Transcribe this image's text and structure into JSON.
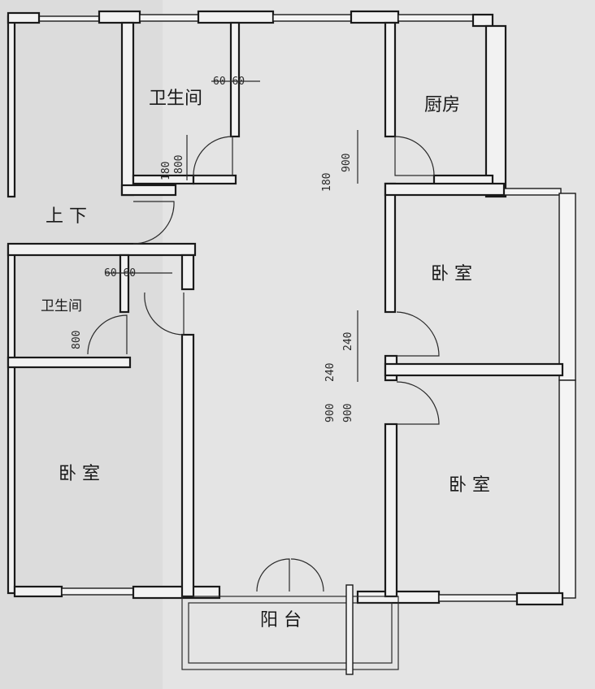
{
  "rooms": {
    "bathroom_main": "卫生间",
    "kitchen": "厨房",
    "stairs": "上 下",
    "bathroom_small": "卫生间",
    "bedroom_ne": "卧 室",
    "bedroom_sw": "卧 室",
    "bedroom_se": "卧 室",
    "balcony": "阳 台"
  },
  "dimensions": {
    "bath_wall_top": "60 60",
    "bath_door_a": "180",
    "bath_door_b": "800",
    "kitchen_door_a": "180",
    "kitchen_door_b": "900",
    "small_bath_wall": "60 60",
    "small_bath_door": "800",
    "bedroom_door_a": "240",
    "bedroom_door_b": "240",
    "bedroom_door_c": "900",
    "bedroom_door_d": "900"
  },
  "colors": {
    "background": "#dcdcdc",
    "wall_fill": "#f2f2f2",
    "line": "#1a1a1a"
  }
}
